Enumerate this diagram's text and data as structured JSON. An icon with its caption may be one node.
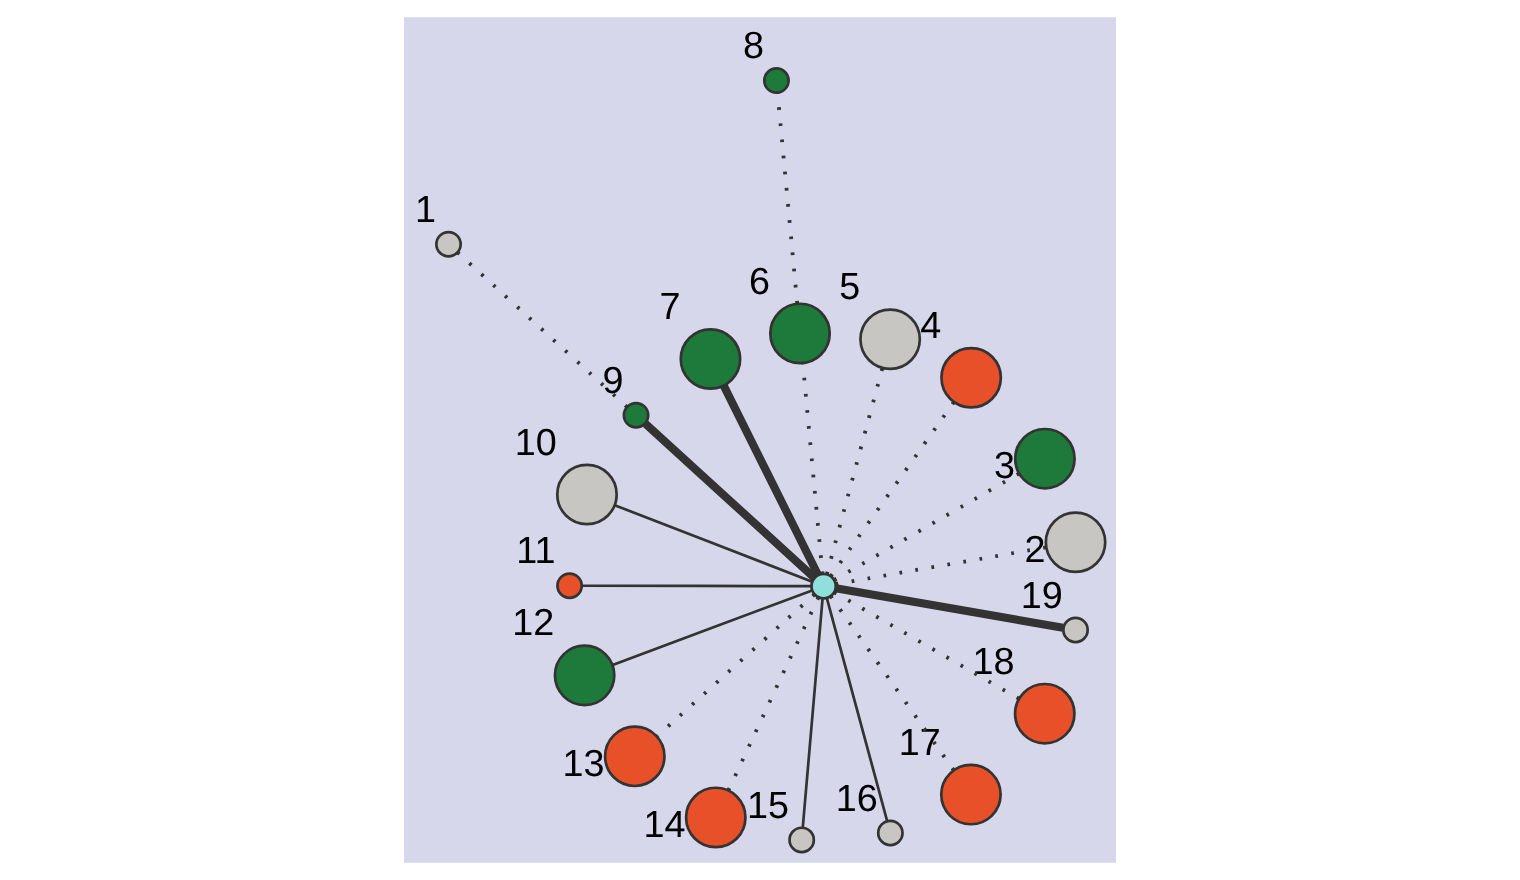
{
  "diagram": {
    "nodes": [
      {
        "text": [],
        "shape": "circle"
      },
      {
        "text": [],
        "shape": "circle",
        "beside": [
          "1"
        ]
      },
      {
        "text": [],
        "shape": "circle",
        "beside": [
          "2"
        ]
      },
      {
        "text": [],
        "shape": "circle",
        "beside": [
          "3"
        ]
      },
      {
        "text": [],
        "shape": "circle",
        "beside": [
          "4"
        ]
      },
      {
        "text": [],
        "shape": "circle",
        "beside": [
          "5"
        ]
      },
      {
        "text": [],
        "shape": "circle",
        "beside": [
          "6"
        ]
      },
      {
        "text": [],
        "shape": "circle",
        "beside": [
          "7"
        ]
      },
      {
        "text": [],
        "shape": "circle",
        "beside": [
          "8"
        ]
      },
      {
        "text": [],
        "shape": "circle",
        "beside": [
          "9"
        ]
      },
      {
        "text": [],
        "shape": "circle",
        "beside": [
          "10"
        ]
      },
      {
        "text": [],
        "shape": "circle",
        "beside": [
          "11"
        ]
      },
      {
        "text": [],
        "shape": "circle",
        "beside": [
          "12"
        ]
      },
      {
        "text": [],
        "shape": "circle",
        "beside": [
          "13"
        ]
      },
      {
        "text": [],
        "shape": "circle",
        "beside": [
          "14"
        ]
      },
      {
        "text": [],
        "shape": "circle",
        "beside": [
          "15"
        ]
      },
      {
        "text": [],
        "shape": "circle",
        "beside": [
          "16"
        ]
      },
      {
        "text": [],
        "shape": "circle",
        "beside": [
          "17"
        ]
      },
      {
        "text": [],
        "shape": "circle",
        "beside": [
          "18"
        ]
      },
      {
        "text": [],
        "shape": "circle",
        "beside": [
          "19"
        ]
      }
    ],
    "edges": [
      {
        "from": 0,
        "to": 2,
        "arrow": "none",
        "style": "dashed"
      },
      {
        "from": 0,
        "to": 15,
        "arrow": "none"
      },
      {
        "from": 0,
        "to": 12,
        "arrow": "none"
      },
      {
        "from": 0,
        "to": 7,
        "arrow": "none",
        "style": "thick"
      },
      {
        "from": 0,
        "to": 10,
        "arrow": "none"
      },
      {
        "from": 0,
        "to": 5,
        "arrow": "none",
        "style": "dashed"
      },
      {
        "from": 0,
        "to": 4,
        "arrow": "none",
        "style": "dashed"
      },
      {
        "from": 0,
        "to": 17,
        "arrow": "none",
        "style": "dashed"
      },
      {
        "from": 0,
        "to": 18,
        "arrow": "none",
        "style": "dashed"
      },
      {
        "from": 0,
        "to": 3,
        "arrow": "none",
        "style": "dashed"
      },
      {
        "from": 0,
        "to": 9,
        "arrow": "none",
        "style": "thick"
      },
      {
        "from": 9,
        "to": 1,
        "arrow": "none",
        "style": "dashed"
      },
      {
        "from": 0,
        "to": 19,
        "arrow": "none",
        "style": "thick"
      },
      {
        "from": 0,
        "to": 16,
        "arrow": "none"
      },
      {
        "from": 0,
        "to": 6,
        "arrow": "none",
        "style": "dashed"
      },
      {
        "from": 6,
        "to": 8,
        "arrow": "none",
        "style": "dashed"
      },
      {
        "from": 0,
        "to": 14,
        "arrow": "none",
        "style": "dashed"
      },
      {
        "from": 0,
        "to": 11,
        "arrow": "none"
      },
      {
        "from": 0,
        "to": 13,
        "arrow": "none",
        "style": "dashed"
      }
    ]
  }
}
